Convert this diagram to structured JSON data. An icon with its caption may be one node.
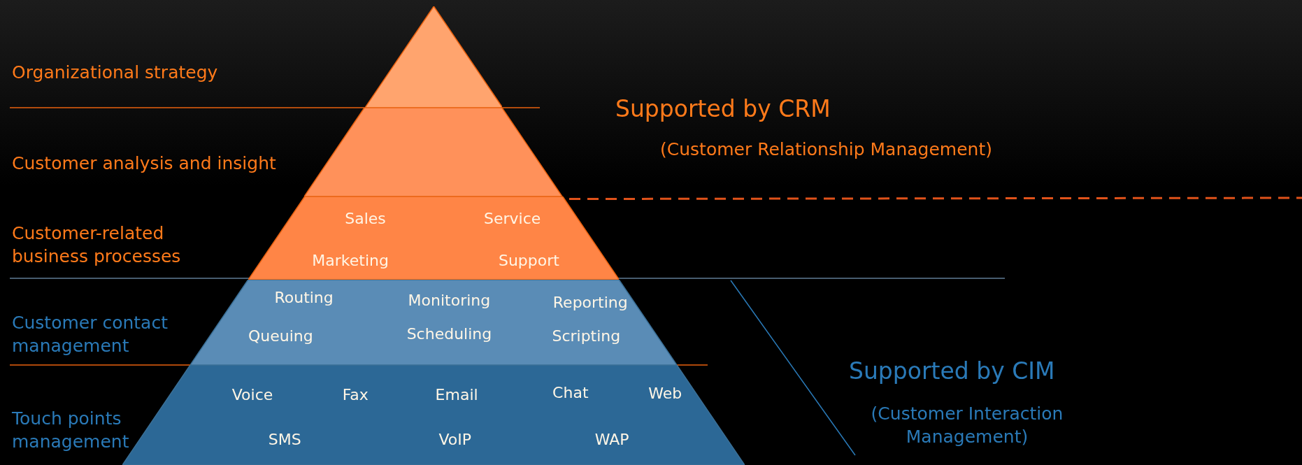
{
  "diagram": {
    "nodes": [
      {
        "text": [],
        "shape": "triangle"
      },
      {
        "text": [],
        "shape": "band"
      },
      {
        "text": [
          "Sales",
          "Service",
          "Marketing",
          "Support"
        ]
      },
      {
        "text": [
          "Routing",
          "Monitoring",
          "Reporting",
          "Queuing",
          "Scheduling",
          "Scripting"
        ]
      },
      {
        "text": [
          "Voice",
          "Fax",
          "Email",
          "Chat",
          "Web",
          "SMS",
          "VoIP",
          "WAP"
        ]
      }
    ],
    "labels": [
      "Organizational strategy",
      "Supported by CRM",
      "Customer analysis and insight",
      "(Customer Relationship Management)",
      "Customer-related business processes",
      "Customer contact management",
      "Supported by CIM",
      "Touch points management",
      "(Customer Interaction Management)"
    ]
  }
}
